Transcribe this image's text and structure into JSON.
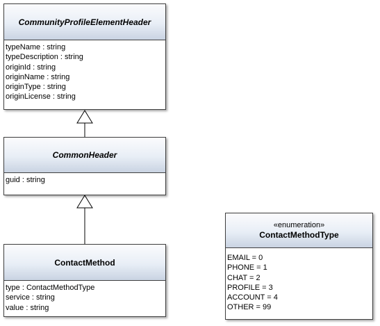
{
  "classes": {
    "community_profile": {
      "name": "CommunityProfileElementHeader",
      "attributes": [
        "typeName : string",
        "typeDescription : string",
        "originId : string",
        "originName : string",
        "originType : string",
        "originLicense : string"
      ]
    },
    "common_header": {
      "name": "CommonHeader",
      "attributes": [
        "guid : string"
      ]
    },
    "contact_method": {
      "name": "ContactMethod",
      "attributes": [
        "type : ContactMethodType",
        "service : string",
        "value : string"
      ]
    },
    "contact_method_type": {
      "stereotype": "«enumeration»",
      "name": "ContactMethodType",
      "literals": [
        "EMAIL = 0",
        "PHONE = 1",
        "CHAT = 2",
        "PROFILE = 3",
        "ACCOUNT = 4",
        "OTHER = 99"
      ]
    }
  },
  "colors": {
    "border": "#3f3f3f",
    "header_top": "#fbfbfd",
    "header_bottom": "#c9d3e2"
  }
}
